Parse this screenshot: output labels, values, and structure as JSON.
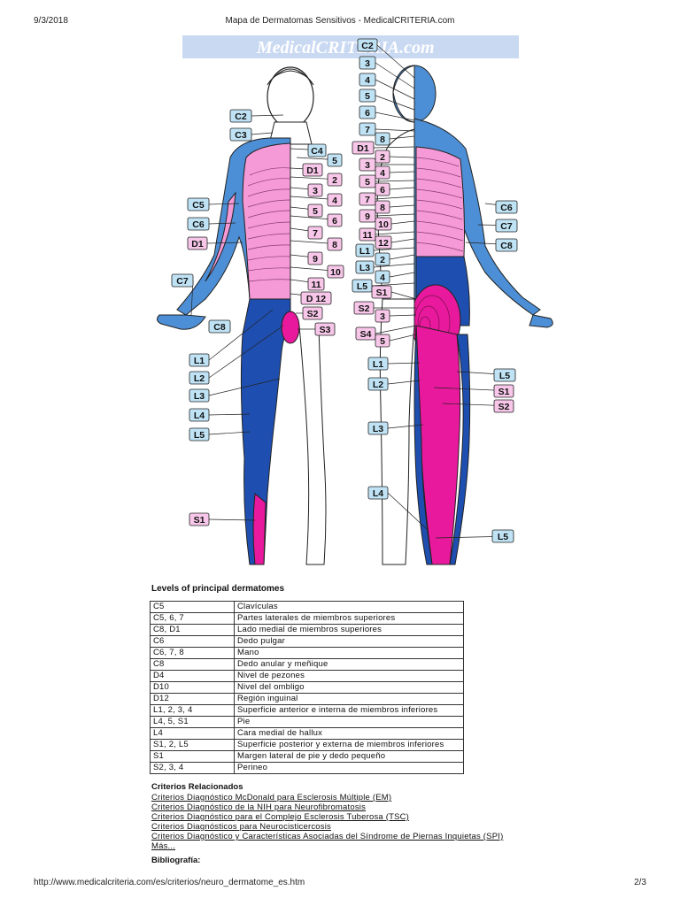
{
  "header": {
    "date": "9/3/2018",
    "title": "Mapa de Dermatomas Sensitivos - MedicalCRITERIA.com"
  },
  "figure": {
    "logo": "MedicalCRITERIA.com",
    "front_labels": [
      "C2",
      "C3",
      "C4",
      "5",
      "D1",
      "2",
      "3",
      "4",
      "5",
      "6",
      "7",
      "8",
      "9",
      "10",
      "11",
      "D 12",
      "C5",
      "C6",
      "D1",
      "C7",
      "C8",
      "S2",
      "S3",
      "L1",
      "L2",
      "L3",
      "L4",
      "L5",
      "S1"
    ],
    "back_labels": [
      "C2",
      "3",
      "4",
      "5",
      "6",
      "7",
      "8",
      "D1",
      "2",
      "3",
      "4",
      "5",
      "6",
      "7",
      "8",
      "9",
      "10",
      "11",
      "12",
      "L1",
      "2",
      "L3",
      "4",
      "L5",
      "S1",
      "S2",
      "3",
      "S4",
      "5",
      "C6",
      "C7",
      "C8",
      "L1",
      "L5",
      "L2",
      "S1",
      "S2",
      "L3",
      "L4",
      "L5"
    ],
    "colors": {
      "cervical": "#4d8fd6",
      "thoracic": "#f59ad6",
      "lumbar": "#1e4fb0",
      "sacral": "#e8199c",
      "label_blue": "#bfe3f5",
      "label_pink": "#f7c6e8"
    }
  },
  "levels": {
    "title": "Levels of principal dermatomes",
    "rows": [
      {
        "level": "C5",
        "desc": "Clavículas"
      },
      {
        "level": "C5, 6, 7",
        "desc": "Partes laterales de miembros superiores"
      },
      {
        "level": "C8, D1",
        "desc": "Lado medial de miembros superiores"
      },
      {
        "level": "C6",
        "desc": "Dedo pulgar"
      },
      {
        "level": "C6, 7, 8",
        "desc": "Mano"
      },
      {
        "level": "C8",
        "desc": "Dedo anular y meñique"
      },
      {
        "level": "D4",
        "desc": "Nivel de pezones"
      },
      {
        "level": "D10",
        "desc": "Nivel del ombligo"
      },
      {
        "level": "D12",
        "desc": "Región inguinal"
      },
      {
        "level": "L1, 2, 3, 4",
        "desc": "Superficie anterior e interna de miembros inferiores"
      },
      {
        "level": "L4, 5, S1",
        "desc": "Pie"
      },
      {
        "level": "L4",
        "desc": "Cara medial de hallux"
      },
      {
        "level": "S1, 2, L5",
        "desc": "Superficie posterior y externa de miembros inferiores"
      },
      {
        "level": "S1",
        "desc": "Margen lateral de pie y dedo pequeño"
      },
      {
        "level": "S2, 3, 4",
        "desc": "Perineo"
      }
    ]
  },
  "related": {
    "title": "Criterios Relacionados",
    "links": [
      "Criterios Diagnóstico McDonald para Esclerosis Múltiple (EM)",
      "Criterios Diagnóstico de la NIH para Neurofibromatosis",
      "Criterios Diagnóstico para el Complejo Esclerosis Tuberosa (TSC)",
      "Criterios Diagnósticos para Neurocisticercosis",
      "Criterios Diagnóstico y Características Asociadas del Síndrome de Piernas Inquietas (SPI)",
      "Más..."
    ]
  },
  "bibliography_title": "Bibliografía:",
  "footer": {
    "url": "http://www.medicalcriteria.com/es/criterios/neuro_dermatome_es.htm",
    "page": "2/3"
  }
}
